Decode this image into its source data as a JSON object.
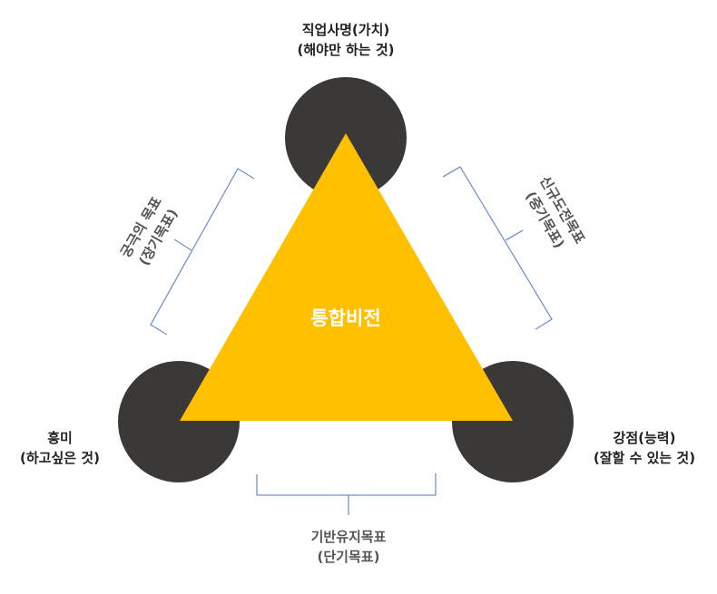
{
  "center_label": "통합비전",
  "nodes": {
    "top": {
      "line1": "직업사명(가치)",
      "line2": "(해야만 하는 것)"
    },
    "left": {
      "line1": "흥미",
      "line2": "(하고싶은 것)"
    },
    "right": {
      "line1": "강점(능력)",
      "line2": "(잘할 수 있는 것)"
    }
  },
  "brackets": {
    "left": {
      "line1": "궁극의 목표",
      "line2": "(장기목표)"
    },
    "right": {
      "line1": "신규도전목표",
      "line2": "(중기목표)"
    },
    "bottom": {
      "line1": "기반유지목표",
      "line2": "(단기목표)"
    }
  },
  "colors": {
    "circle": "#3a3937",
    "triangle": "#ffc000",
    "bracket": "#7395c8"
  }
}
